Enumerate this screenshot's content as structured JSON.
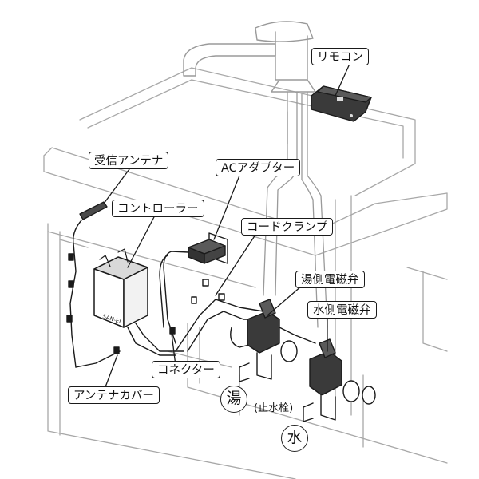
{
  "labels": {
    "remote": "リモコン",
    "antenna": "受信アンテナ",
    "ac_adapter": "ACアダプター",
    "controller": "コントローラー",
    "cord_clamp": "コードクランプ",
    "hot_valve": "湯側電磁弁",
    "cold_valve": "水側電磁弁",
    "connector": "コネクター",
    "antenna_cover": "アンテナカバー",
    "hot_mark": "湯",
    "cold_mark": "水",
    "stop_valve": "(止水栓)",
    "brand": "SAN-EI"
  }
}
